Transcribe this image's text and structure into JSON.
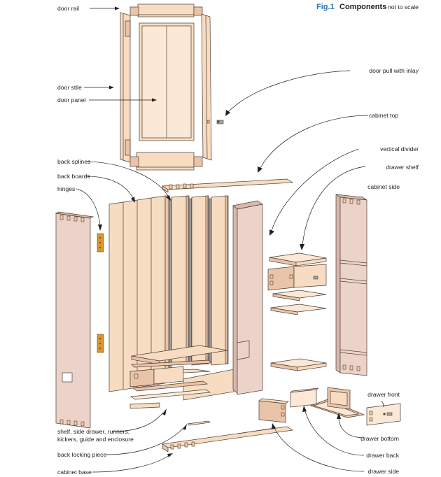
{
  "title": {
    "fig": "Fig.1",
    "main": "Components",
    "note": "not to scale"
  },
  "labels": {
    "door_rail": "door rail",
    "door_stile": "door stile",
    "door_panel": "door panel",
    "door_pull": "door pull with inlay",
    "cabinet_top": "cabinet top",
    "back_splines": "back splines",
    "vertical_divider": "vertical divider",
    "back_boards": "back boards",
    "drawer_shelf": "drawer shelf",
    "hinges": "hinges",
    "cabinet_side_right": "cabinet side",
    "drawer_front": "drawer front",
    "shelf_group_1": "shelf, side drawer, runners,",
    "shelf_group_2": "kickers, guide and enclosure",
    "drawer_bottom": "drawer bottom",
    "back_locking_piece": "back locking piece",
    "drawer_back": "drawer back",
    "cabinet_base": "cabinet base",
    "drawer_side": "drawer side"
  },
  "colors": {
    "wood": "#f7dcc2",
    "wood_pink": "#ecd3c9",
    "outline": "#4a3b33",
    "title_blue": "#2a78b8",
    "hinge": "#d9962e",
    "hardware": "#9fa3a8"
  }
}
